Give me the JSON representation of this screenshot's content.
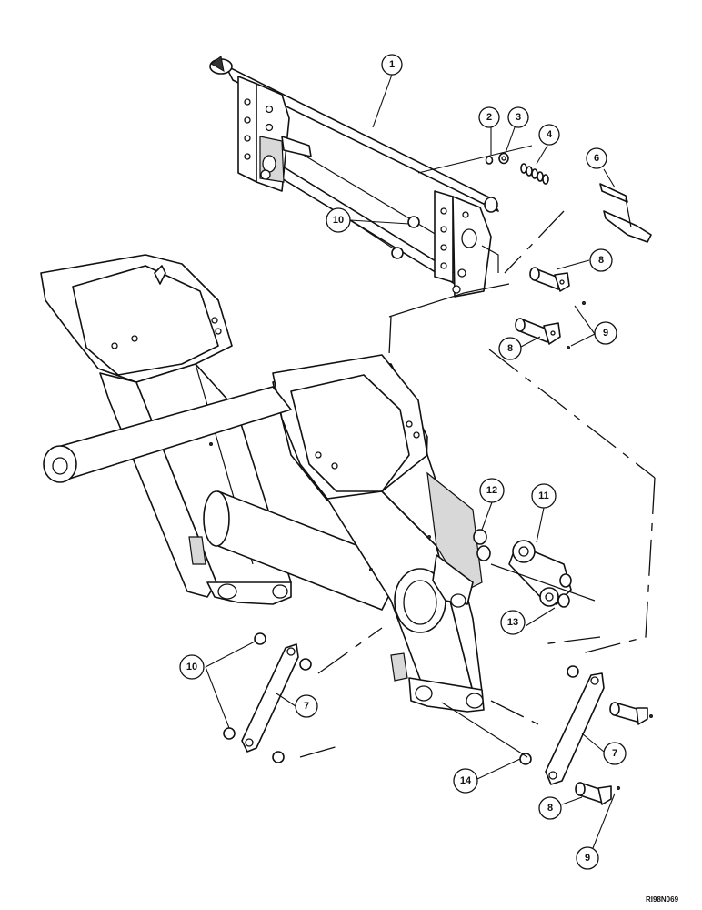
{
  "figure_ref": "RI98N069",
  "callouts": [
    {
      "id": "c1",
      "label": "1"
    },
    {
      "id": "c2",
      "label": "2"
    },
    {
      "id": "c3",
      "label": "3"
    },
    {
      "id": "c4",
      "label": "4"
    },
    {
      "id": "c6",
      "label": "6"
    },
    {
      "id": "c10a",
      "label": "10"
    },
    {
      "id": "c8a",
      "label": "8"
    },
    {
      "id": "c8b",
      "label": "8"
    },
    {
      "id": "c9a",
      "label": "9"
    },
    {
      "id": "c12",
      "label": "12"
    },
    {
      "id": "c11",
      "label": "11"
    },
    {
      "id": "c13",
      "label": "13"
    },
    {
      "id": "c10b",
      "label": "10"
    },
    {
      "id": "c7a",
      "label": "7"
    },
    {
      "id": "c7b",
      "label": "7"
    },
    {
      "id": "c14",
      "label": "14"
    },
    {
      "id": "c8c",
      "label": "8"
    },
    {
      "id": "c9b",
      "label": "9"
    }
  ]
}
